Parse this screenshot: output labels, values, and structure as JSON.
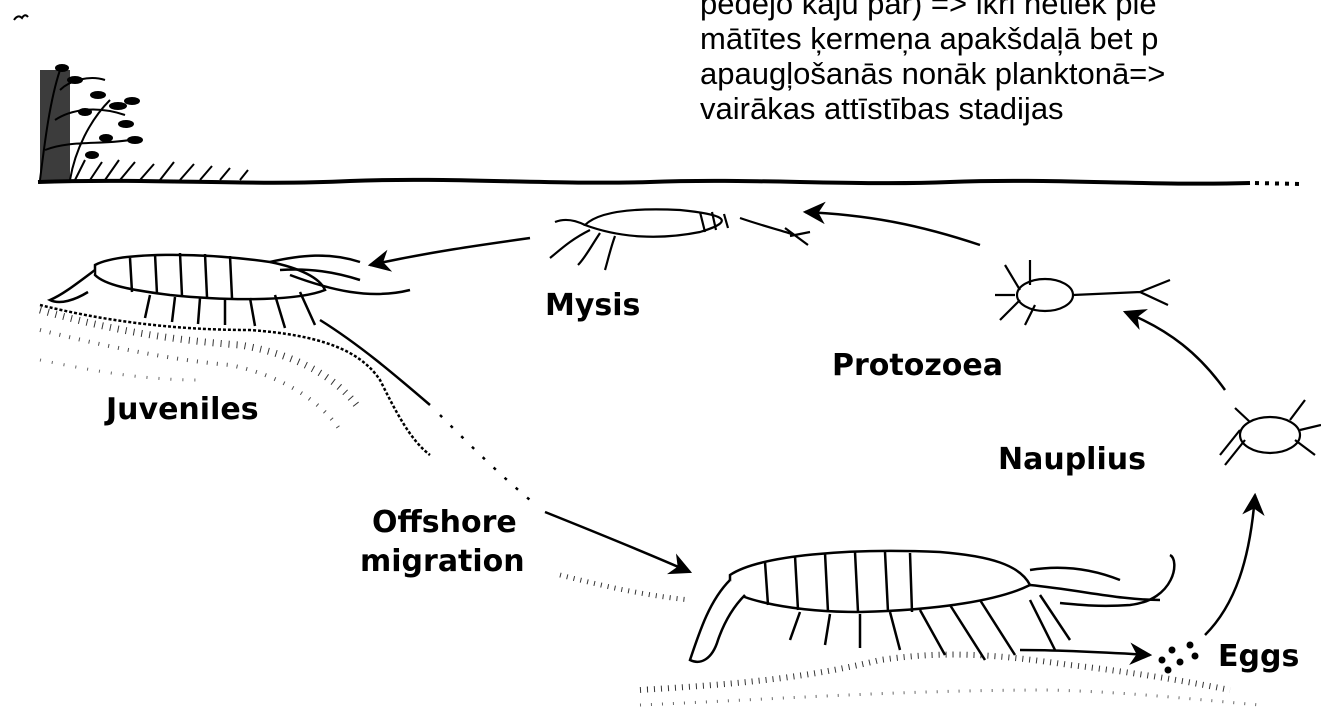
{
  "caption_lines": [
    "pēdējo kāju pār) => ikri netiek pie",
    "mātītes ķermeņa apakšdaļā bet p",
    "apaugļošanās nonāk planktonā=>",
    "vairākas attīstības stadijas"
  ],
  "stages": {
    "mysis": "Mysis",
    "protozoea": "Protozoea",
    "juveniles": "Juveniles",
    "nauplius": "Nauplius",
    "offshore_line1": "Offshore",
    "offshore_line2": "migration",
    "eggs": "Eggs"
  }
}
